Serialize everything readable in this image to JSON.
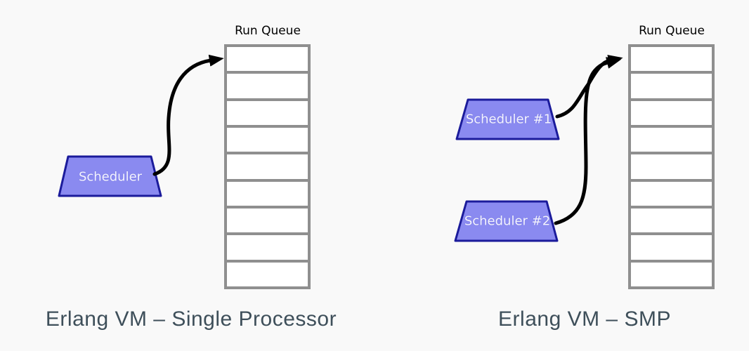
{
  "colors": {
    "background": "#f9f9f9",
    "queue_border": "#8f8f8f",
    "scheduler_fill": "#8a8af0",
    "scheduler_stroke": "#1b1b9b",
    "arrow": "#000000",
    "caption_text": "#3e4f5a",
    "label_text": "#000000"
  },
  "left_diagram": {
    "caption": "Erlang VM – Single Processor",
    "run_queue": {
      "label": "Run Queue",
      "cell_count": 9
    },
    "schedulers": [
      {
        "label": "Scheduler"
      }
    ]
  },
  "right_diagram": {
    "caption": "Erlang VM – SMP",
    "run_queue": {
      "label": "Run Queue",
      "cell_count": 9
    },
    "schedulers": [
      {
        "label": "Scheduler #1"
      },
      {
        "label": "Scheduler #2"
      }
    ]
  }
}
